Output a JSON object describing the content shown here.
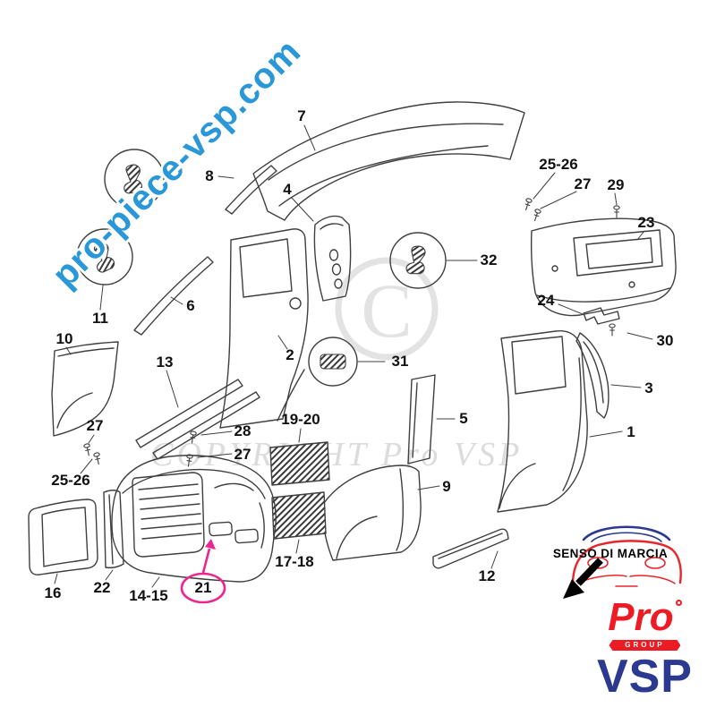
{
  "watermarks": {
    "site_diagonal": "pro-piece-vsp.com",
    "copyright_text": "COPYRIGHT Pro VSP",
    "big_c": "C"
  },
  "colors": {
    "watermark_blue": "#2997d8",
    "highlight_pink": "#ec268f",
    "logo_red": "#ed1c24",
    "logo_blue": "#2b3990",
    "line_art": "#3f3f3f"
  },
  "labels": {
    "l7": "7",
    "l8": "8",
    "l4": "4",
    "l25_26_a": "25-26",
    "l27_a": "27",
    "l29": "29",
    "l23": "23",
    "l32": "32",
    "l24": "24",
    "l30": "30",
    "l11": "11",
    "l6": "6",
    "l10": "10",
    "l2": "2",
    "l31": "31",
    "l13": "13",
    "l3": "3",
    "l1": "1",
    "l5": "5",
    "l19_20": "19-20",
    "l28": "28",
    "l27_b": "27",
    "l27_c": "27",
    "l25_26_b": "25-26",
    "l9": "9",
    "l16": "16",
    "l22": "22",
    "l14_15": "14-15",
    "l21": "21",
    "l17_18": "17-18",
    "l12": "12"
  },
  "footer": {
    "direction_label": "SENSO DI MARCIA",
    "logo_pro": "Pro",
    "logo_group": "GROUP",
    "logo_vsp": "VSP"
  }
}
